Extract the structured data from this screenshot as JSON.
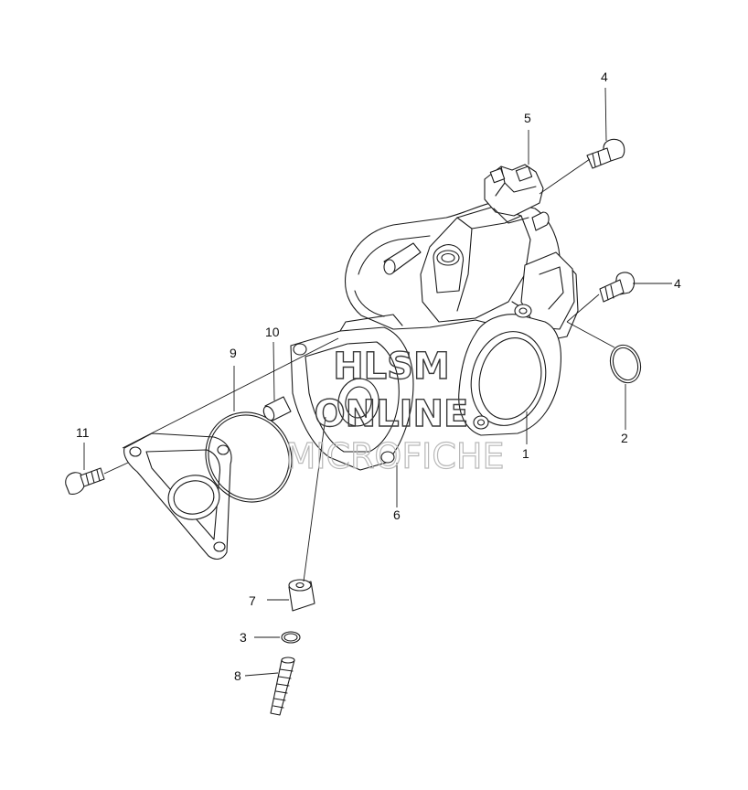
{
  "callouts": [
    {
      "id": "1",
      "text": "1"
    },
    {
      "id": "2",
      "text": "2"
    },
    {
      "id": "3",
      "text": "3"
    },
    {
      "id": "4a",
      "text": "4"
    },
    {
      "id": "4b",
      "text": "4"
    },
    {
      "id": "5",
      "text": "5"
    },
    {
      "id": "6",
      "text": "6"
    },
    {
      "id": "7",
      "text": "7"
    },
    {
      "id": "8",
      "text": "8"
    },
    {
      "id": "9",
      "text": "9"
    },
    {
      "id": "10",
      "text": "10"
    },
    {
      "id": "11",
      "text": "11"
    }
  ],
  "watermark": {
    "line1": "HLSM",
    "line2": "ONLINE",
    "line3": "MICROFICHE"
  }
}
